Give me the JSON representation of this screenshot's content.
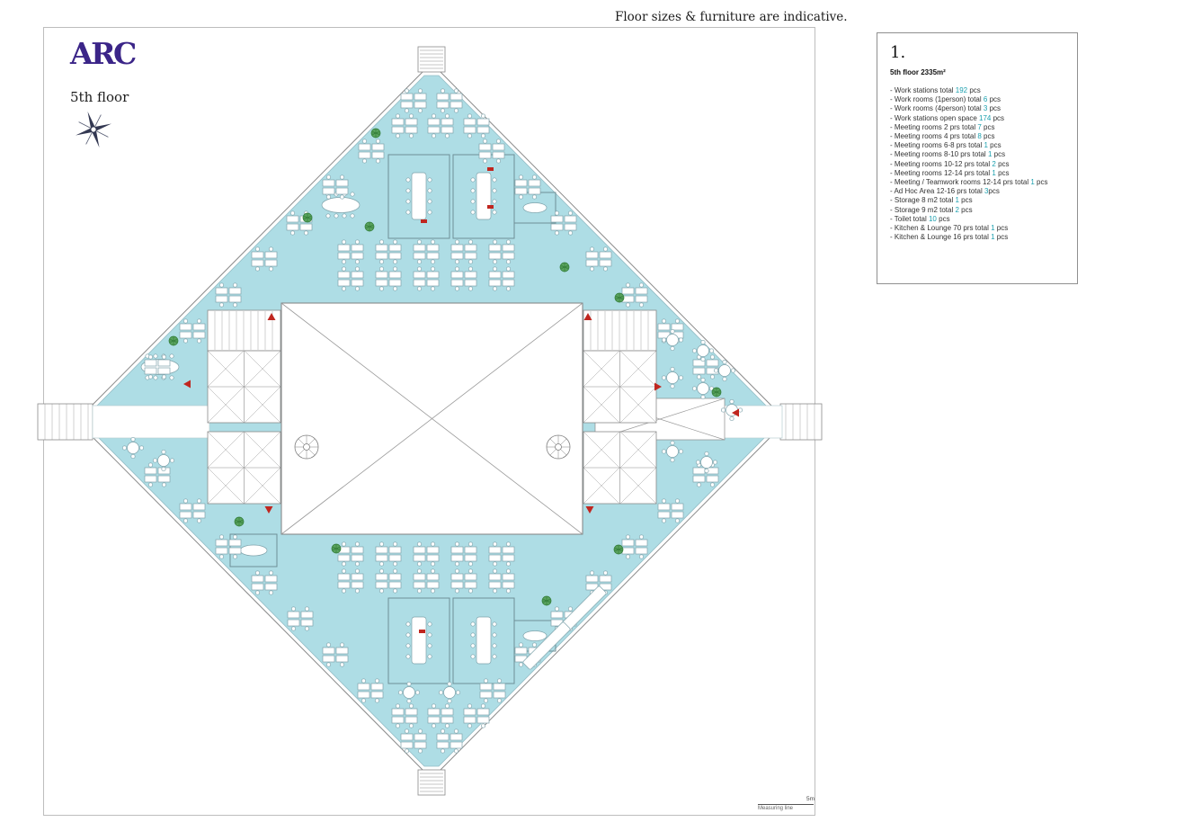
{
  "page": {
    "caption": "Floor sizes & furniture are indicative.",
    "logo_text": "ARC",
    "floor_label": "5th floor",
    "scale_label": "Measuring line",
    "scale_value": "5m"
  },
  "legend": {
    "number": "1.",
    "title": "5th floor 2335m²",
    "items": [
      {
        "pre": "- Work stations total ",
        "count": "192",
        "post": " pcs"
      },
      {
        "pre": "- Work rooms (1person) total ",
        "count": "6",
        "post": " pcs"
      },
      {
        "pre": "- Work rooms (4person) total ",
        "count": "3",
        "post": " pcs"
      },
      {
        "pre": "- Work stations open space ",
        "count": "174",
        "post": " pcs"
      },
      {
        "pre": "- Meeting rooms 2 prs total ",
        "count": "7",
        "post": " pcs"
      },
      {
        "pre": "- Meeting rooms 4 prs total ",
        "count": "8",
        "post": " pcs"
      },
      {
        "pre": "- Meeting rooms 6-8 prs total ",
        "count": "1",
        "post": " pcs"
      },
      {
        "pre": "- Meeting rooms 8-10 prs total ",
        "count": "1",
        "post": " pcs"
      },
      {
        "pre": "- Meeting rooms 10-12 prs total ",
        "count": "2",
        "post": " pcs"
      },
      {
        "pre": "- Meeting rooms 12-14 prs total ",
        "count": "1",
        "post": " pcs"
      },
      {
        "pre": "- Meeting / Teamwork rooms 12-14 prs total ",
        "count": "1",
        "post": " pcs"
      },
      {
        "pre": "- Ad Hoc Area 12-16 prs total ",
        "count": "3",
        "post": "pcs"
      },
      {
        "pre": "- Storage 8 m2 total ",
        "count": "1",
        "post": " pcs"
      },
      {
        "pre": "- Storage 9 m2 total ",
        "count": "2",
        "post": " pcs"
      },
      {
        "pre": "- Toilet total ",
        "count": "10",
        "post": " pcs"
      },
      {
        "pre": "- Kitchen & Lounge 70 prs total ",
        "count": "1",
        "post": " pcs"
      },
      {
        "pre": "- Kitchen & Lounge 16 prs total ",
        "count": "1",
        "post": " pcs"
      }
    ]
  },
  "colors": {
    "floor_teal": "#aedde5",
    "wall_gray": "#8a8a8a",
    "exit_red": "#c0261f",
    "plant_green": "#5aa35f",
    "brand_purple": "#3b2588",
    "count_teal": "#1a9fae"
  }
}
